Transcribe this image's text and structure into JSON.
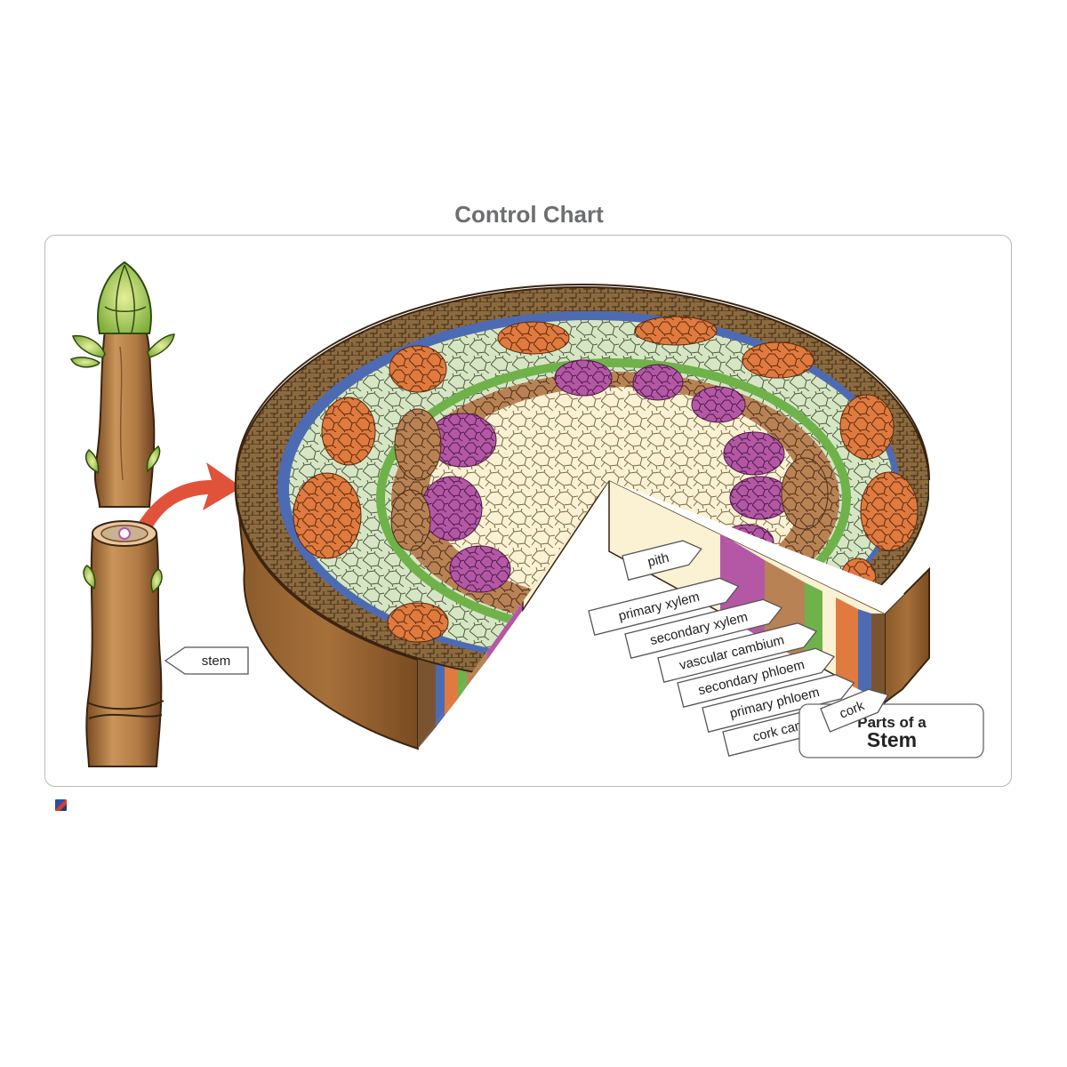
{
  "page": {
    "title": "Control Chart"
  },
  "diagram": {
    "stem_label": "stem",
    "labels": [
      "pith",
      "primary xylem",
      "secondary xylem",
      "vascular cambium",
      "secondary phloem",
      "primary phloem",
      "cork cambium",
      "cork"
    ],
    "title_line1": "Parts of a",
    "title_line2": "Stem"
  },
  "colors": {
    "arrow": "#e0533a",
    "cork": "#7a5430",
    "cork_cambium": "#4d6bb3",
    "cortex": "#d6e6c4",
    "phloem": "#e07a3e",
    "cambium": "#6fb24a",
    "xylem": "#b98255",
    "primary_xylem": "#b458a6",
    "pith": "#fbf1d3"
  }
}
